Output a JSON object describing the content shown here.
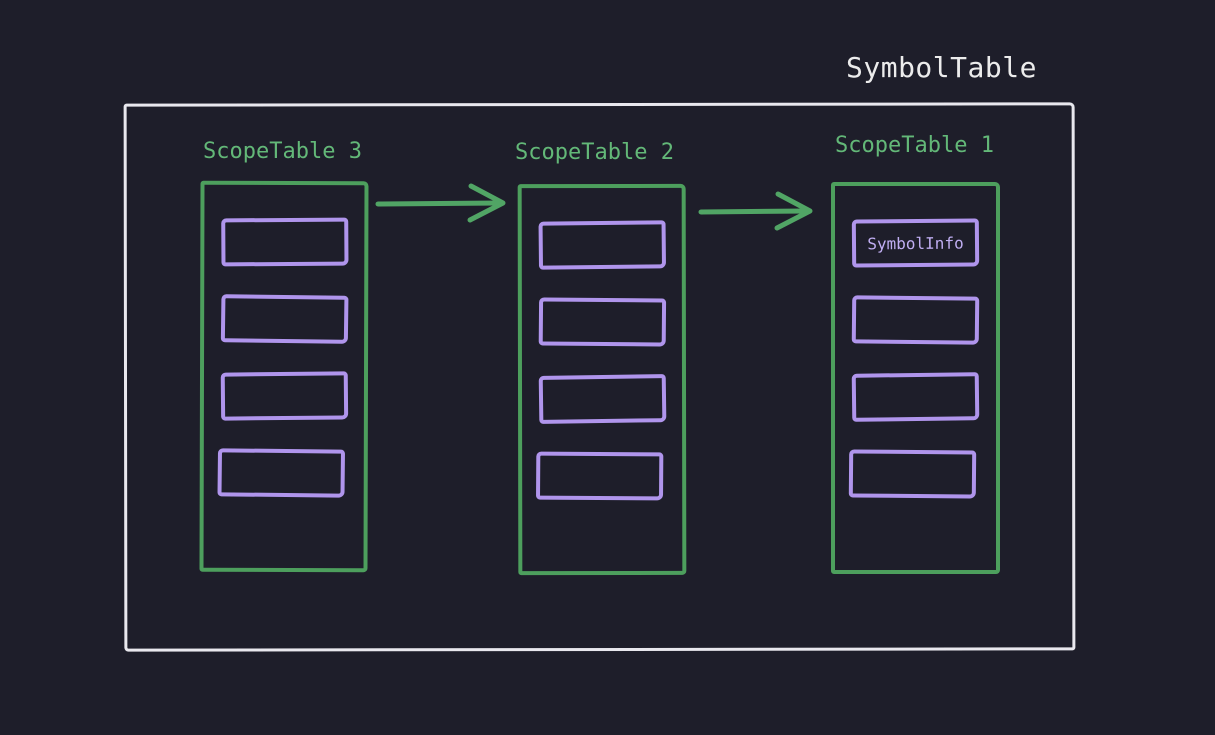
{
  "title": "SymbolTable",
  "colors": {
    "background": "#1e1e2a",
    "outer_border": "#e9e8ee",
    "green": "#4d9f5d",
    "green_label": "#63b878",
    "green_arrow": "#51a565",
    "purple": "#b095ec",
    "purple_text": "#c0aef2",
    "title_color": "#ececec"
  },
  "scope_tables": [
    {
      "label": "ScopeTable 3",
      "slots": [
        "",
        "",
        "",
        ""
      ]
    },
    {
      "label": "ScopeTable 2",
      "slots": [
        "",
        "",
        "",
        ""
      ]
    },
    {
      "label": "ScopeTable 1",
      "slots": [
        "SymbolInfo",
        "",
        "",
        ""
      ]
    }
  ],
  "arrows": [
    {
      "from": "ScopeTable 3",
      "to": "ScopeTable 2"
    },
    {
      "from": "ScopeTable 2",
      "to": "ScopeTable 1"
    }
  ]
}
